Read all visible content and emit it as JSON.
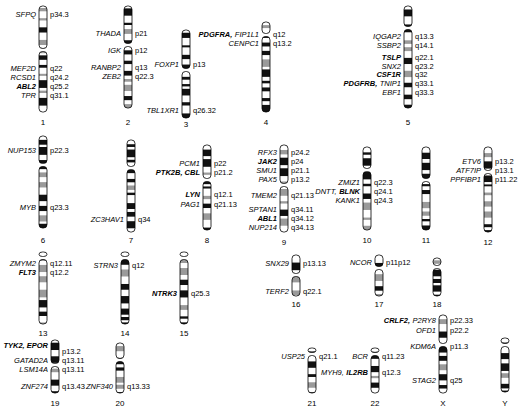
{
  "diagram": {
    "labels": [
      "SFPQ",
      "p34.3",
      "MEF2D",
      "q22",
      "RCSD1",
      "q24.2",
      "ABL2",
      "q25.2",
      "TPR",
      "q31.1",
      "1",
      "THADA",
      "p21",
      "IGK",
      "p12",
      "RANBP2",
      "q13",
      "ZEB2",
      "q22.3",
      "2",
      "FOXP1",
      "p13",
      "TBL1XR1",
      "q26.32",
      "3",
      "PDGFRA,",
      "FIP1L1",
      "q12",
      "CENPC1",
      "q13.2",
      "4",
      "IQGAP2",
      "q13.3",
      "SSBP2",
      "q14.1",
      "TSLP",
      "q22.1",
      "SNX2",
      "q23.2",
      "CSF1R",
      "q32",
      "PDGFRB,",
      "TNIP1",
      "q33.1",
      "EBF1",
      "q33.3",
      "5",
      "NUP153",
      "p22.3",
      "MYB",
      "q23.3",
      "6",
      "ZC3HAV1",
      "q34",
      "7",
      "PCM1",
      "p22",
      "PTK2B, CBL",
      "p21.2",
      "LYN",
      "q12.1",
      "PAG1",
      "q21.13",
      "8",
      "RFX3",
      "p24.2",
      "JAK2",
      "p24",
      "SMU1",
      "p21.1",
      "PAX5",
      "p13.2",
      "TMEM2",
      "q21.13",
      "SPTAN1",
      "q34.11",
      "ABL1",
      "q34.12",
      "NUP214",
      "q34.13",
      "9",
      "ZMIZ1",
      "q22.3",
      "DNTT,",
      "BLNK",
      "q24.1",
      "KANK1",
      "q24.3",
      "10",
      "11",
      "ETV6",
      "p13.2",
      "ATF7IP",
      "p13.1",
      "PPFIBP1",
      "p11.22",
      "12",
      "ZMYM2",
      "q12.11",
      "FLT3",
      "q12.2",
      "13",
      "STRN3",
      "q12",
      "14",
      "NTRK3",
      "q25.3",
      "15",
      "SNX29",
      "p13.13",
      "TERF2",
      "q22.1",
      "16",
      "NCOR",
      "p11p12",
      "17",
      "18",
      "TYK2, EPOR",
      "p13.2",
      "GATAD2A",
      "q13.11",
      "LSM14A",
      "q13.11",
      "ZNF274",
      "q13.43",
      "19",
      "ZNF340",
      "q13.33",
      "20",
      "USP25",
      "q21.1",
      "21",
      "BCR",
      "q11.23",
      "MYH9,",
      "IL2RB",
      "q12.3",
      "22",
      "CRLF2,",
      "P2RY8",
      "p22.33",
      "OFD1",
      "p22.2",
      "KDM6A",
      "p11.3",
      "STAG2",
      "q25",
      "X",
      "Y"
    ]
  }
}
